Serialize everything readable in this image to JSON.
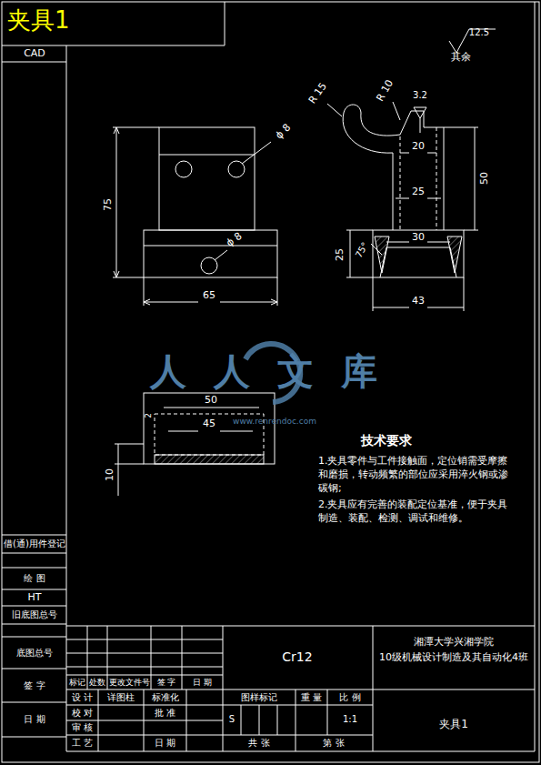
{
  "diagram": {
    "title": "夹具1",
    "labels": [
      "CAD",
      "12.5",
      "其余",
      "R 15",
      "R 10",
      "3.2",
      "20",
      "25",
      "50",
      "30",
      "25",
      "75°",
      "43",
      "ϕ 8",
      "75",
      "ϕ 8",
      "65",
      "50",
      "45",
      "2",
      "10",
      "人人文库",
      "www.renrendoc.com",
      "技术要求",
      "1.夹具零件与工件接触面，定位销需受摩擦和磨损，转动频繁的部位应采用淬火钢或渗碳钢;",
      "2.夹具应有完善的装配定位基准，便于夹具制造、装配、检测、调试和维修。",
      "借(通)用件登记",
      "绘 图",
      "HT",
      "旧底图总号",
      "底图总号",
      "签 字",
      "日 期",
      "标记",
      "处数",
      "更改文件号",
      "签 字",
      "日 期",
      "设 计",
      "详图柱",
      "标准化",
      "校 对",
      "批 准",
      "审 核",
      "工 艺",
      "日 期",
      "Cr12",
      "湘潭大学兴湘学院",
      "10级机械设计制造及其自动化4班",
      "图样标记",
      "重 量",
      "比 例",
      "S",
      "1:1",
      "共 张",
      "第 张",
      "夹具1"
    ]
  }
}
